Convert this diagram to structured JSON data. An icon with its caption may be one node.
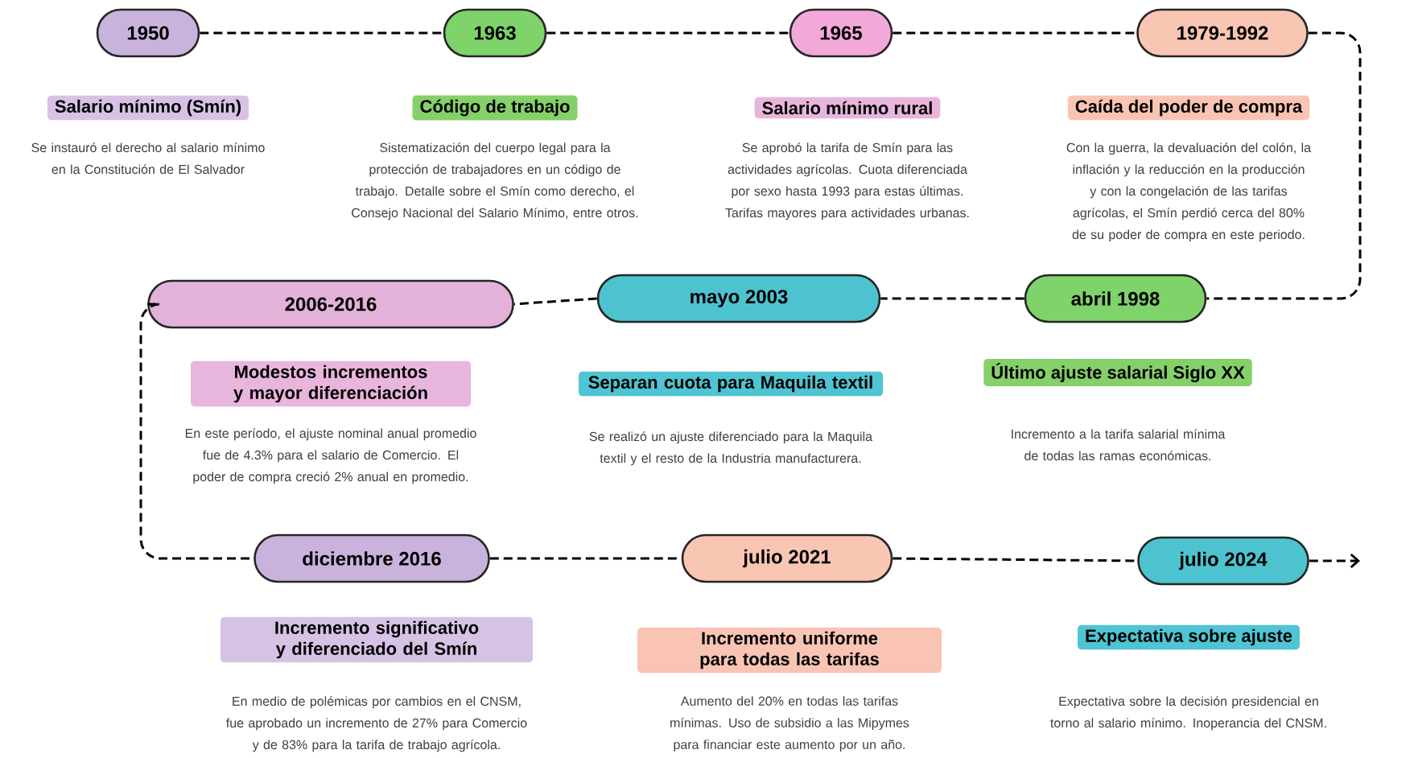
{
  "diagram": {
    "nodes": [
      {
        "text": [
          "1950"
        ]
      },
      {
        "text": [
          "Salario mínimo (Smín)"
        ],
        "beside": [
          "Se instauró el derecho al salario mínimo en la Constitución de El Salvador"
        ]
      },
      {
        "text": [
          "1963"
        ]
      },
      {
        "text": [
          "Código de trabajo"
        ],
        "beside": [
          "Sistematización del cuerpo legal para la protección de trabajadores en un código de trabajo. Detalle sobre el Smín como derecho, el Consejo Nacional del Salario Mínimo, entre otros."
        ]
      },
      {
        "text": [
          "1965"
        ]
      },
      {
        "text": [
          "Salario mínimo rural"
        ],
        "beside": [
          "Se aprobó la tarifa de Smín para las actividades agrícolas. Cuota diferenciada por sexo hasta 1993 para estas últimas. Tarifas mayores para actividades urbanas."
        ]
      },
      {
        "text": [
          "1979-1992"
        ]
      },
      {
        "text": [
          "Caída del poder de compra"
        ],
        "beside": [
          "Con la guerra, la devaluación del colón, la inflación y la reducción en la producción y con la congelación de las tarifas agrícolas, el Smín perdió cerca del 80% de su poder de compra en este periodo."
        ]
      },
      {
        "text": [
          "abril 1998"
        ]
      },
      {
        "text": [
          "Último ajuste salarial Siglo XX"
        ],
        "beside": [
          "Incremento a la tarifa salarial mínima de todas las ramas económicas."
        ]
      },
      {
        "text": [
          "mayo 2003"
        ]
      },
      {
        "text": [
          "Separan cuota para Maquila textil"
        ],
        "beside": [
          "Se realizó un ajuste diferenciado para la Maquila textil y el resto de la Industria manufacturera."
        ]
      },
      {
        "text": [
          "2006-2016"
        ]
      },
      {
        "text": [
          "Modestos incrementos y mayor diferenciación"
        ],
        "beside": [
          "En este período, el ajuste nominal anual promedio fue de 4.3% para el salario de Comercio. El poder de compra creció 2%  anual en promedio."
        ]
      },
      {
        "text": [
          "diciembre 2016"
        ]
      },
      {
        "text": [
          "Incremento significativo y diferenciado del Smín"
        ],
        "beside": [
          "En medio de polémicas por cambios en el CNSM, fue aprobado un incremento de 27% para Comercio y de  83% para la tarifa de trabajo agrícola."
        ]
      },
      {
        "text": [
          "julio 2021"
        ]
      },
      {
        "text": [
          "Incremento uniforme para todas las tarifas"
        ],
        "beside": [
          "Aumento del 20% en todas las tarifas mínimas. Uso de subsidio a las Mipymes para financiar este aumento por un año."
        ]
      },
      {
        "text": [
          "julio 2024"
        ]
      },
      {
        "text": [
          "Expectativa sobre ajuste"
        ],
        "beside": [
          "Expectativa sobre la decisión presidencial en torno al salario mínimo. Inoperancia del CNSM."
        ]
      }
    ],
    "edges": [
      {
        "from": 0,
        "to": 2,
        "arrow": "none",
        "style": "dashed"
      },
      {
        "from": 2,
        "to": 4,
        "arrow": "none",
        "style": "dashed"
      },
      {
        "from": 4,
        "to": 6,
        "arrow": "none",
        "style": "dashed"
      },
      {
        "from": 6,
        "to": 8,
        "arrow": "none",
        "style": "dashed"
      },
      {
        "from": 8,
        "to": 10,
        "arrow": "none",
        "style": "dashed"
      },
      {
        "from": 10,
        "to": 12,
        "arrow": "none",
        "style": "dashed"
      },
      {
        "from": 12,
        "to": 14,
        "arrow": "none",
        "style": "dashed"
      },
      {
        "from": 14,
        "to": 16,
        "arrow": "none",
        "style": "dashed"
      },
      {
        "from": 16,
        "to": 18,
        "arrow": "none",
        "style": "dashed"
      },
      {
        "from": 18,
        "to": null,
        "arrow": "to",
        "style": "dashed"
      }
    ]
  }
}
